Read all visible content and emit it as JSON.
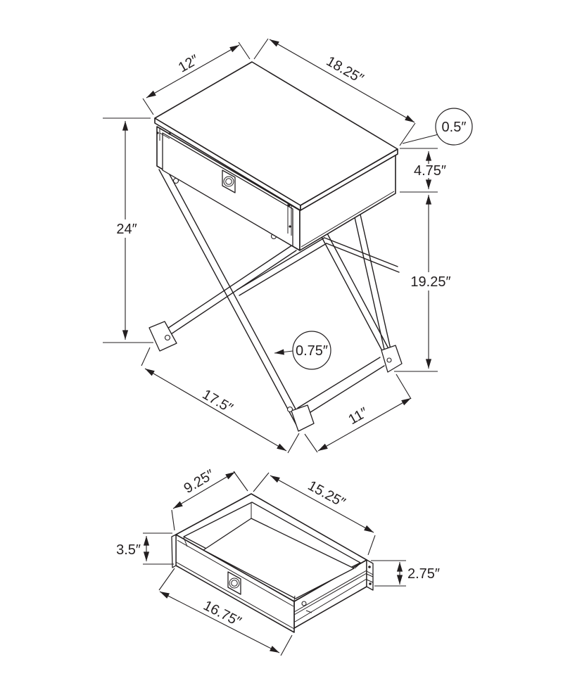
{
  "page": {
    "background": "#ffffff",
    "line_color": "#231f20"
  },
  "views": {
    "table": {
      "label": "assembled side table isometric view",
      "dims": {
        "top_depth": "12″",
        "top_width": "18.25″",
        "top_thickness": "0.5″",
        "case_height": "4.75″",
        "overall_height": "24″",
        "leg_height": "19.25″",
        "leg_thickness": "0.75″",
        "base_width": "17.5″",
        "base_depth": "11″"
      }
    },
    "drawer": {
      "label": "drawer detail isometric view",
      "dims": {
        "interior_depth": "9.25″",
        "interior_width": "15.25″",
        "front_height": "3.5″",
        "side_height": "2.75″",
        "front_width": "16.75″"
      }
    }
  }
}
